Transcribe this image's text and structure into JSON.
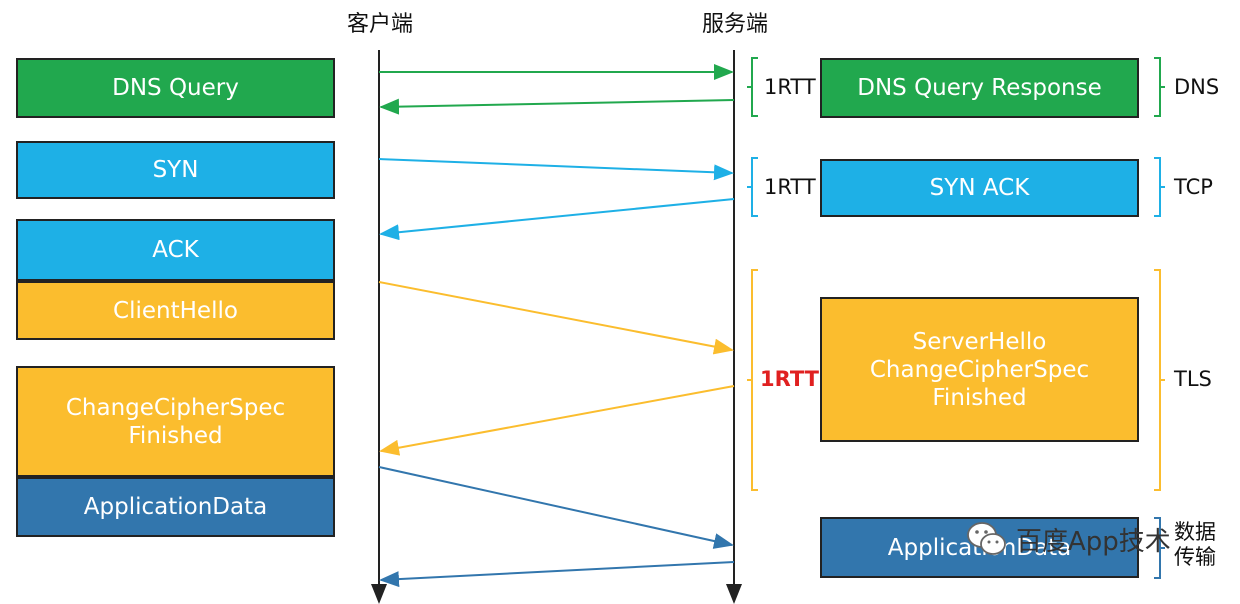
{
  "headers": {
    "client": "客户端",
    "server": "服务端"
  },
  "client_boxes": [
    {
      "label": "DNS Query",
      "color": "#21a84e"
    },
    {
      "label": "SYN",
      "color": "#1eb0e6"
    },
    {
      "label": "ACK",
      "color": "#1eb0e6"
    },
    {
      "label": "ClientHello",
      "color": "#fbbd2e"
    },
    {
      "label": "ChangeCipherSpec\nFinished",
      "color": "#fbbd2e"
    },
    {
      "label": "ApplicationData",
      "color": "#3276ad"
    }
  ],
  "server_boxes": [
    {
      "label": "DNS Query Response",
      "color": "#21a84e"
    },
    {
      "label": "SYN ACK",
      "color": "#1eb0e6"
    },
    {
      "label": "ServerHello\nChangeCipherSpec\nFinished",
      "color": "#fbbd2e"
    },
    {
      "label": "ApplicationData",
      "color": "#3276ad"
    }
  ],
  "rtt_labels": [
    {
      "text": "1RTT",
      "highlight": false
    },
    {
      "text": "1RTT",
      "highlight": false
    },
    {
      "text": "1RTT",
      "highlight": true
    }
  ],
  "protocol_labels": {
    "dns": "DNS",
    "tcp": "TCP",
    "tls": "TLS",
    "data": "数据\n传输"
  },
  "watermark": {
    "text": "百度App技术",
    "icon": "wechat-icon"
  },
  "colors": {
    "green": "#21a84e",
    "blue": "#1eb0e6",
    "yellow": "#fbbd2e",
    "steel": "#3276ad",
    "highlight": "#e02020"
  }
}
